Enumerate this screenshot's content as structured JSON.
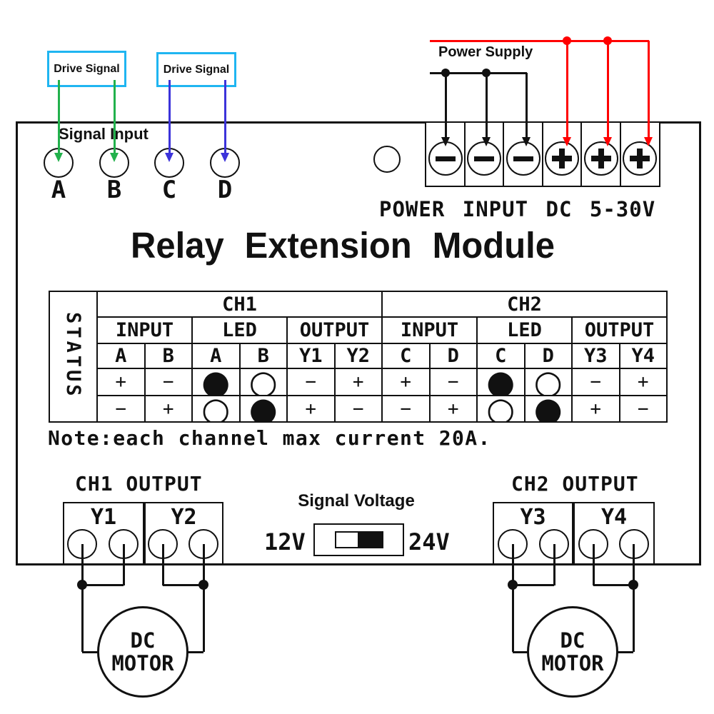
{
  "colors": {
    "wire_red": "#ff0000",
    "wire_green": "#22b14c",
    "wire_blue": "#3c33da",
    "box_cyan": "#1fb5f1",
    "line_black": "#111111"
  },
  "title": "Relay Extension Module",
  "top_left": {
    "drive_signal_label": "Drive Signal",
    "signal_input_label": "Signal Input",
    "terminals": [
      "A",
      "B",
      "C",
      "D"
    ]
  },
  "power": {
    "supply_label": "Power Supply",
    "input_label": "POWER INPUT DC 5-30V",
    "terminal_signs": [
      "−",
      "−",
      "−",
      "+",
      "+",
      "+"
    ]
  },
  "status_table": {
    "row_header": "STATUS",
    "channels": [
      {
        "name": "CH1",
        "groups": [
          {
            "label": "INPUT",
            "cols": [
              "A",
              "B"
            ]
          },
          {
            "label": "LED",
            "cols": [
              "A",
              "B"
            ]
          },
          {
            "label": "OUTPUT",
            "cols": [
              "Y1",
              "Y2"
            ]
          }
        ],
        "rows": [
          [
            "+",
            "−",
            "●",
            "○",
            "−",
            "+"
          ],
          [
            "−",
            "+",
            "○",
            "●",
            "+",
            "−"
          ]
        ]
      },
      {
        "name": "CH2",
        "groups": [
          {
            "label": "INPUT",
            "cols": [
              "C",
              "D"
            ]
          },
          {
            "label": "LED",
            "cols": [
              "C",
              "D"
            ]
          },
          {
            "label": "OUTPUT",
            "cols": [
              "Y3",
              "Y4"
            ]
          }
        ],
        "rows": [
          [
            "+",
            "−",
            "●",
            "○",
            "−",
            "+"
          ],
          [
            "−",
            "+",
            "○",
            "●",
            "+",
            "−"
          ]
        ]
      }
    ]
  },
  "note": "Note:each channel max current 20A.",
  "outputs": {
    "ch1": {
      "label": "CH1 OUTPUT",
      "relays": [
        "Y1",
        "Y2"
      ],
      "motor": [
        "DC",
        "MOTOR"
      ]
    },
    "ch2": {
      "label": "CH2 OUTPUT",
      "relays": [
        "Y3",
        "Y4"
      ],
      "motor": [
        "DC",
        "MOTOR"
      ]
    }
  },
  "signal_voltage": {
    "label": "Signal Voltage",
    "left_option": "12V",
    "right_option": "24V"
  }
}
